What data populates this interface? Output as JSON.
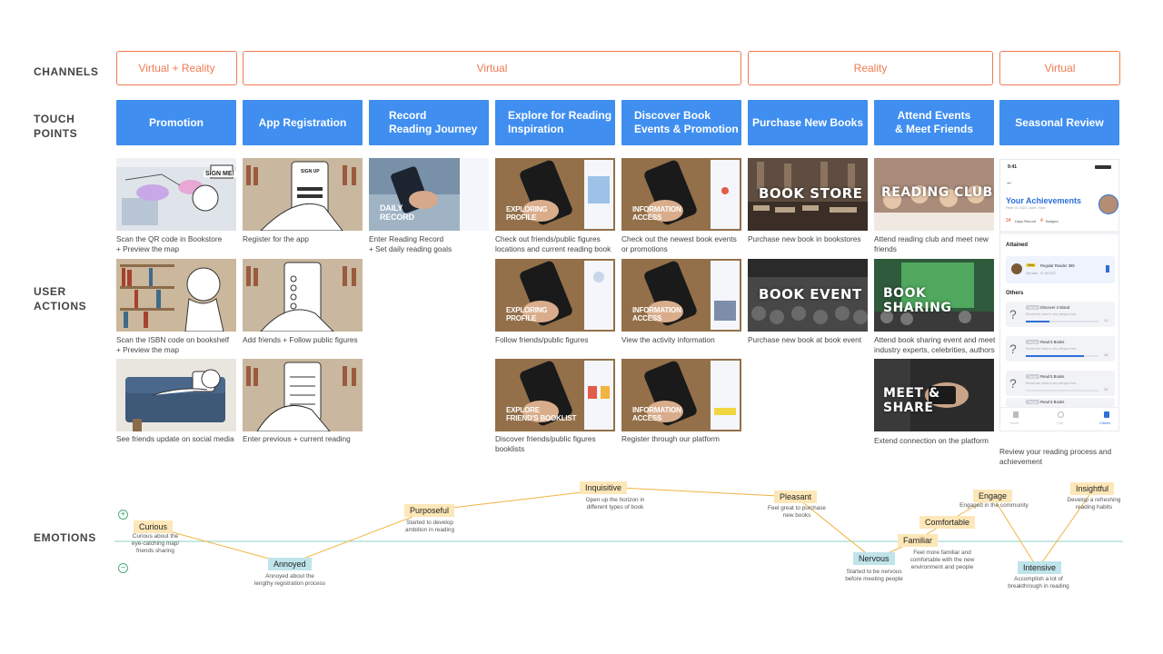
{
  "row_labels": {
    "channels": "CHANNELS",
    "touch_points_1": "TOUCH",
    "touch_points_2": "POINTS",
    "user_actions_1": "USER",
    "user_actions_2": "ACTIONS",
    "emotions": "EMOTIONS"
  },
  "channels": [
    "Virtual + Reality",
    "Virtual",
    "Reality",
    "Virtual"
  ],
  "touch_points": [
    "Promotion",
    "App Registration",
    "Record\nReading Journey",
    "Explore for Reading\nInspiration",
    "Discover Book\nEvents & Promotion",
    "Purchase New Books",
    "Attend Events\n& Meet Friends",
    "Seasonal Review"
  ],
  "image_overlays": {
    "daily_record": "DAILY\nRECORD",
    "exploring_profile": "EXPLORING\nPROFILE",
    "information_access": "INFORMATION\nACCESS",
    "explore_booklist": "EXPLORE\nFRIEND'S BOOKLIST",
    "book_store": "BOOK STORE",
    "reading_club": "READING CLUB",
    "book_event": "BOOK EVENT",
    "book_sharing": "BOOK SHARING",
    "meet_share": "MEET & SHARE",
    "sign_me": "SIGN ME!",
    "sign_up": "SIGN UP"
  },
  "captions": {
    "promo_1": "Scan the QR code in Bookstore\n+ Preview the map",
    "promo_2": "Scan the ISBN code on bookshelf\n+ Preview the map",
    "promo_3": "See friends update on social media",
    "reg_1": "Register for the app",
    "reg_2": "Add friends + Follow public figures",
    "reg_3": "Enter previous + current reading",
    "record_1": "Enter Reading Record\n+ Set daily reading goals",
    "explore_1": "Check out friends/public figures\nlocations and current reading book",
    "explore_2": "Follow friends/public figures",
    "explore_3": "Discover friends/public figures\nbooklists",
    "discover_1": "Check out the newest book events\nor promotions",
    "discover_2": "View the activity information",
    "discover_3": "Register through our platform",
    "purchase_1": "Purchase new book in bookstores",
    "purchase_2": "Purchase new book at book event",
    "attend_1": "Attend reading club and meet new\nfriends",
    "attend_2": "Attend book sharing event and meet\nindustry experts, celebrities, authors",
    "attend_3": "Extend connection on the platform",
    "review_1": "Review your reading process and\nachievement"
  },
  "mobile": {
    "time": "9:41",
    "back": "←",
    "title": "Your Achievements",
    "subtitle": "Peter 01 2022 | Joint - Now",
    "days_num": "34",
    "days_label": "Days Record",
    "badges_num": "4",
    "badges_label": "Badges",
    "attained": "Attained",
    "attained_pill": "New",
    "attained_item": "Regular Reader 365",
    "attained_sub": "Get date - 01.06.2022",
    "others": "Others",
    "pill": "Target",
    "others_items": [
      {
        "title": "Discover 3 Island",
        "desc": "Record two books in any category from...",
        "count": "1/3"
      },
      {
        "title": "Read 5 Books",
        "desc": "Record two books in any category from...",
        "count": "4/5"
      },
      {
        "title": "Read 5 Books",
        "desc": "Record two books in any category from...",
        "count": "0/5"
      },
      {
        "title": "Read 5 Books",
        "desc": "",
        "count": ""
      }
    ],
    "nav": [
      "Book",
      "City",
      "Citizen"
    ]
  },
  "emotions": {
    "plus": "+",
    "minus": "−",
    "points": [
      {
        "label": "Curious",
        "desc": "Curious about the\neye-catching map/\nfriends sharing",
        "tone": "positive"
      },
      {
        "label": "Annoyed",
        "desc": "Annoyed about the\nlengthy registration process",
        "tone": "negative"
      },
      {
        "label": "Purposeful",
        "desc": "Started to develop\nambition in reading",
        "tone": "positive"
      },
      {
        "label": "Inquisitive",
        "desc": "Open up the horizon in\ndifferent types of book",
        "tone": "positive"
      },
      {
        "label": "Pleasant",
        "desc": "Feel great to purchase\nnew books",
        "tone": "positive"
      },
      {
        "label": "Nervous",
        "desc": "Started to be nervous\nbefore meeting people",
        "tone": "negative"
      },
      {
        "label": "Familiar",
        "desc": "Feel more familiar and\ncomfortable with the new\nenvironment and people",
        "tone": "positive"
      },
      {
        "label": "Comfortable",
        "desc": "",
        "tone": "positive"
      },
      {
        "label": "Engage",
        "desc": "Engaged in the community",
        "tone": "positive"
      },
      {
        "label": "Intensive",
        "desc": "Accomplish a lot of\nbreakthrough in reading",
        "tone": "negative"
      },
      {
        "label": "Insightful",
        "desc": "Develop a refreshing\nreading habits",
        "tone": "positive"
      }
    ],
    "colors": {
      "line": "#f2b340",
      "neutral": "#8fd3c7",
      "positive": "#fde7b8",
      "negative": "#bfe4ea",
      "icon": "#4caf7d"
    }
  },
  "colors": {
    "channel": "#ef7b52",
    "touch_point": "#3f8ef0"
  }
}
